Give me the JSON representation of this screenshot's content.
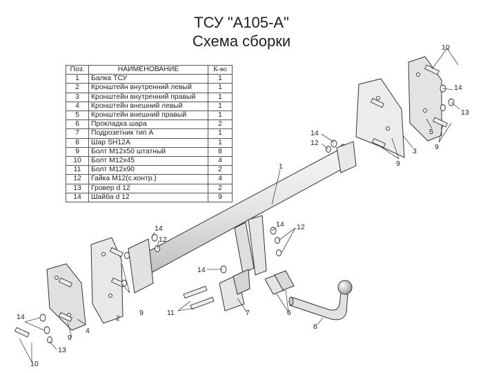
{
  "header": {
    "title": "ТСУ \"А105-А\"",
    "subtitle": "Схема сборки"
  },
  "table": {
    "headers": {
      "pos": "Поз.",
      "name": "НАИМЕНОВАНИЕ",
      "qty": "К-во"
    },
    "rows": [
      {
        "pos": "1",
        "name": "Балка ТСУ",
        "qty": "1"
      },
      {
        "pos": "2",
        "name": "Кронштейн внутренний левый",
        "qty": "1"
      },
      {
        "pos": "3",
        "name": "Кронштейн внутренний правый",
        "qty": "1"
      },
      {
        "pos": "4",
        "name": "Кронштейн внешний левый",
        "qty": "1"
      },
      {
        "pos": "5",
        "name": "Кронштейн внешний правый",
        "qty": "1"
      },
      {
        "pos": "6",
        "name": "Прокладка шара",
        "qty": "2"
      },
      {
        "pos": "7",
        "name": "Подрозетник тип А",
        "qty": "1"
      },
      {
        "pos": "8",
        "name": "Шар SH12A",
        "qty": "1"
      },
      {
        "pos": "9",
        "name": "Болт М12х50 штатный",
        "qty": "8"
      },
      {
        "pos": "10",
        "name": "Болт М12х45",
        "qty": "4"
      },
      {
        "pos": "11",
        "name": "Болт М12х90",
        "qty": "2"
      },
      {
        "pos": "12",
        "name": "Гайка М12(с.контр.)",
        "qty": "4"
      },
      {
        "pos": "13",
        "name": "Гровер d 12",
        "qty": "2"
      },
      {
        "pos": "14",
        "name": "Шайба d 12",
        "qty": "9"
      }
    ]
  },
  "callouts": {
    "top_right_10": "10",
    "top_right_14": "14",
    "top_right_13": "13",
    "top_right_9": "9",
    "part_5": "5",
    "part_3": "3",
    "mid_9": "9",
    "mid_14": "14",
    "mid_12": "12",
    "part_1": "1",
    "center_14": "14",
    "center_12": "12",
    "left_14": "14",
    "left_12": "12",
    "part_2": "2",
    "left_9": "9",
    "part_4": "4",
    "left_bottom_9": "9",
    "bottom_14": "14",
    "bottom_13": "13",
    "bottom_10": "10",
    "ball_14": "14",
    "part_11": "11",
    "part_7": "7",
    "part_6": "6",
    "part_8": "8"
  },
  "colors": {
    "line": "#333333",
    "part_fill": "#e9e9e9",
    "part_fill_dark": "#cfcfcf",
    "leader": "#444444"
  }
}
